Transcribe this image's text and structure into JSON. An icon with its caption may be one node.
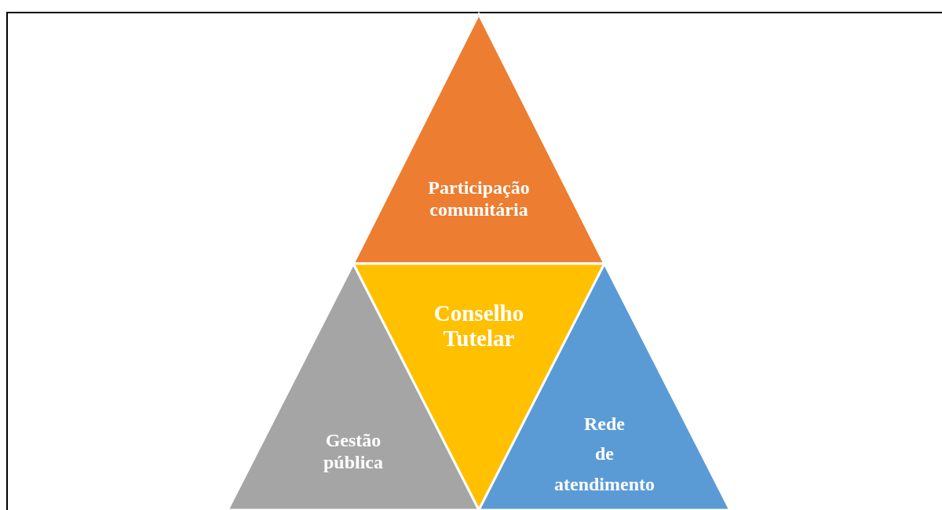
{
  "diagram": {
    "nodes": [
      {
        "text": [
          "Participação comunitária"
        ]
      },
      {
        "text": [
          "Conselho Tutelar"
        ]
      },
      {
        "text": [
          "Gestão pública"
        ]
      },
      {
        "text": [
          "Rede de atendimento"
        ]
      }
    ]
  }
}
